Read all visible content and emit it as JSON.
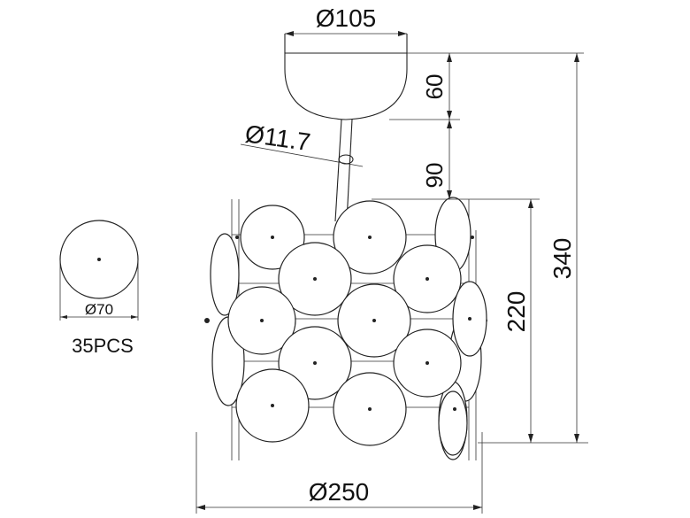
{
  "dimensions": {
    "canopy_diameter": "Ø105",
    "canopy_height": "60",
    "rod_diameter": "Ø11.7",
    "rod_length": "90",
    "overall_height": "340",
    "body_height": "220",
    "overall_diameter": "Ø250"
  },
  "detail": {
    "disc_diameter": "Ø70",
    "quantity": "35PCS"
  },
  "colors": {
    "line": "#222222",
    "background": "#ffffff"
  }
}
